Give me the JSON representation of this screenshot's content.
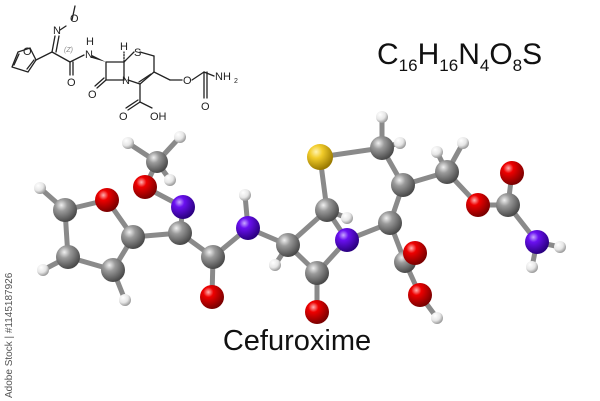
{
  "title": {
    "name": "Cefuroxime",
    "formula": [
      {
        "el": "C",
        "n": "16"
      },
      {
        "el": "H",
        "n": "16"
      },
      {
        "el": "N",
        "n": "4"
      },
      {
        "el": "O",
        "n": "8"
      },
      {
        "el": "S",
        "n": ""
      }
    ]
  },
  "skeletal": {
    "labels": {
      "o_methoxy": "O",
      "n_oxime": "N",
      "z_stereo": "(Z)",
      "nh_h": "H",
      "nh_n": "N",
      "h_stereo": "H",
      "s": "S",
      "o_furan": "O",
      "o_amide": "O",
      "o_lactam": "O",
      "n_ring": "N",
      "o_ester": "O",
      "nh2": "NH",
      "nh2_sub": "2",
      "o_carbamate": "O",
      "o_acid": "O",
      "oh": "OH"
    }
  },
  "model": {
    "colors": {
      "carbon": "#8a8a8a",
      "hydrogen": "#eeeeee",
      "oxygen": "#e00000",
      "nitrogen": "#5a00e0",
      "sulfur": "#f2cc2a"
    }
  },
  "watermark": {
    "stock_id": "Adobe Stock | #1145187926"
  }
}
